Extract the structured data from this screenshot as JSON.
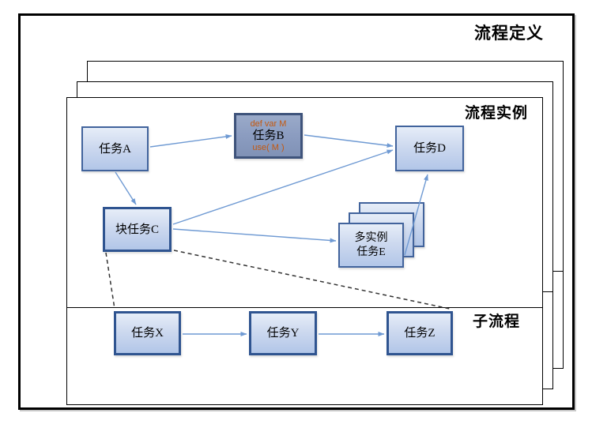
{
  "frame": {
    "title": "流程定义"
  },
  "instance_page": {
    "title": "流程实例"
  },
  "subprocess": {
    "title": "子流程"
  },
  "nodes": {
    "task_a": {
      "label": "任务A"
    },
    "task_b": {
      "def_line": "def var M",
      "label": "任务B",
      "use_line": "use( M )"
    },
    "task_d": {
      "label": "任务D"
    },
    "block_task_c": {
      "label": "块任务C"
    },
    "multi_task_e": {
      "line1": "多实例",
      "line2": "任务E"
    },
    "task_x": {
      "label": "任务X"
    },
    "task_y": {
      "label": "任务Y"
    },
    "task_z": {
      "label": "任务Z"
    }
  },
  "edges": [
    {
      "id": "a-b",
      "from": "task_a",
      "to": "task_b",
      "style": "solid-arrow"
    },
    {
      "id": "a-c",
      "from": "task_a",
      "to": "block_task_c",
      "style": "solid-arrow"
    },
    {
      "id": "b-d",
      "from": "task_b",
      "to": "task_d",
      "style": "solid-arrow"
    },
    {
      "id": "c-d",
      "from": "block_task_c",
      "to": "task_d",
      "style": "solid-arrow"
    },
    {
      "id": "c-e",
      "from": "block_task_c",
      "to": "multi_task_e",
      "style": "solid-arrow"
    },
    {
      "id": "e-d",
      "from": "multi_task_e",
      "to": "task_d",
      "style": "solid-arrow"
    },
    {
      "id": "x-y",
      "from": "task_x",
      "to": "task_y",
      "style": "solid-arrow"
    },
    {
      "id": "y-z",
      "from": "task_y",
      "to": "task_z",
      "style": "solid-arrow"
    },
    {
      "id": "c-x",
      "from": "block_task_c",
      "to": "task_x",
      "style": "dashed"
    },
    {
      "id": "c-z",
      "from": "block_task_c",
      "to": "task_z",
      "style": "dashed"
    }
  ],
  "colors": {
    "box_border": "#41639c",
    "thick_box_border": "#2f5490",
    "box_fill_top": "#e6edf8",
    "box_fill_bottom": "#b2c6e8",
    "task_b_fill": "#8b9cc0",
    "task_b_border": "#3e537b",
    "annotation_orange": "#c4580f",
    "arrow_blue": "#6f9ad3",
    "dashed_line": "#333333",
    "frame_border": "#000000"
  }
}
